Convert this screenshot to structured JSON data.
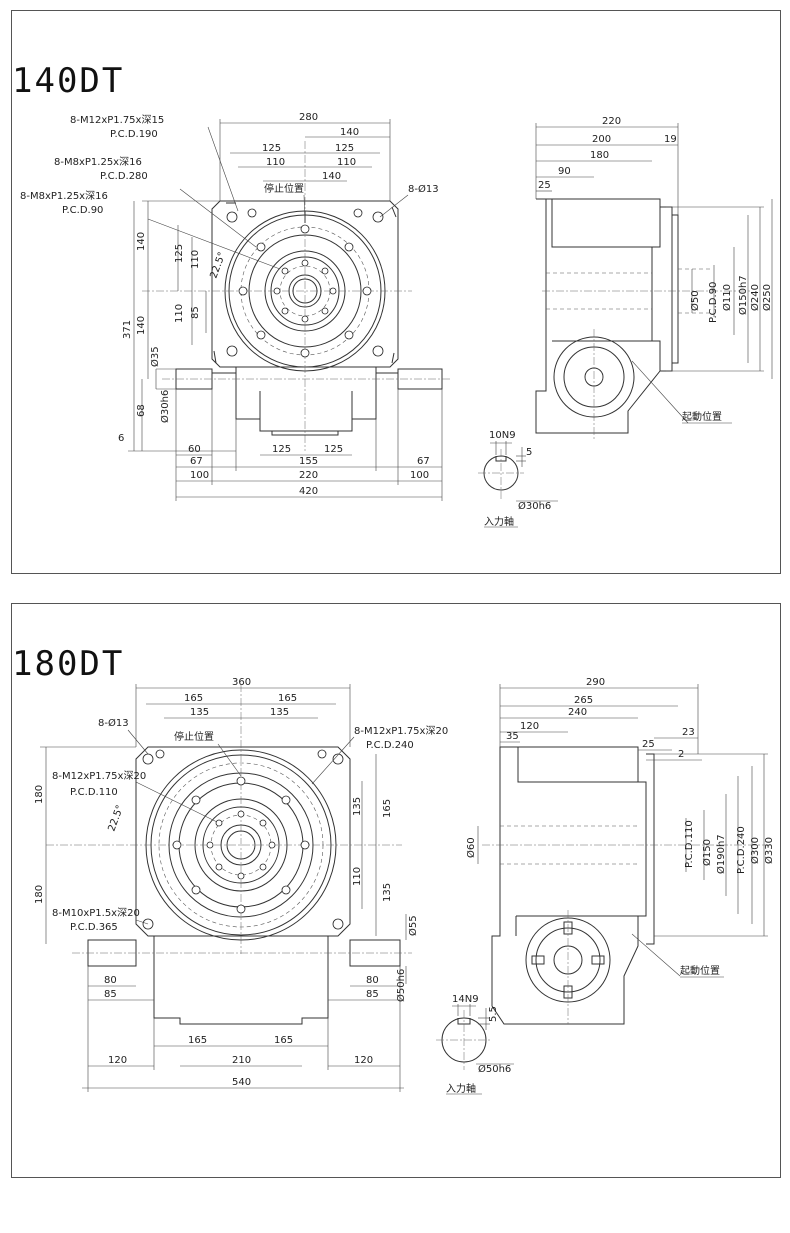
{
  "drawings": [
    {
      "id": "140DT",
      "title": "140DT",
      "callouts": {
        "m12": "8-M12xP1.75x深15",
        "m12_pcd": "P.C.D.190",
        "m8a": "8-M8xP1.25x深16",
        "m8a_pcd": "P.C.D.280",
        "m8b": "8-M8xP1.25x深16",
        "m8b_pcd": "P.C.D.90",
        "holes": "8-Ø13",
        "stop": "停止位置",
        "start": "起動位置",
        "input": "入力軸",
        "angle": "22.5°"
      },
      "front": {
        "top": [
          "280",
          "140",
          "125",
          "125",
          "110",
          "110",
          "140"
        ],
        "left": [
          "140",
          "125",
          "110",
          "371",
          "140",
          "110",
          "85",
          "Ø35",
          "68",
          "Ø30h6",
          "6"
        ],
        "bottom": [
          "60",
          "67",
          "125",
          "125",
          "155",
          "220",
          "67",
          "100",
          "100",
          "420"
        ]
      },
      "side": {
        "top": [
          "220",
          "200",
          "19",
          "180",
          "90",
          "25"
        ],
        "right": [
          "Ø50",
          "P.C.D.90",
          "Ø110",
          "Ø150h7",
          "Ø240",
          "Ø250"
        ]
      },
      "shaft": {
        "key": "10N9",
        "depth": "5",
        "dia": "Ø30h6"
      }
    },
    {
      "id": "180DT",
      "title": "180DT",
      "callouts": {
        "holes": "8-Ø13",
        "stop": "停止位置",
        "m12": "8-M12xP1.75x深20",
        "m12_pcd": "P.C.D.240",
        "m12b": "8-M12xP1.75x深20",
        "m12b_pcd": "P.C.D.110",
        "m10": "8-M10xP1.5x深20",
        "m10_pcd": "P.C.D.365",
        "start": "起動位置",
        "input": "入力軸",
        "angle": "22.5°"
      },
      "front": {
        "top": [
          "360",
          "165",
          "165",
          "135",
          "135"
        ],
        "left": [
          "180",
          "180"
        ],
        "right": [
          "135",
          "165",
          "110",
          "135",
          "Ø55",
          "Ø50h6"
        ],
        "bottom": [
          "80",
          "80",
          "85",
          "85",
          "165",
          "165",
          "210",
          "120",
          "120",
          "540"
        ]
      },
      "side": {
        "top": [
          "290",
          "265",
          "240",
          "120",
          "35",
          "23",
          "25",
          "2"
        ],
        "left": [
          "Ø60"
        ],
        "right": [
          "P.C.D.110",
          "Ø150",
          "Ø190h7",
          "P.C.D.240",
          "Ø300",
          "Ø330"
        ]
      },
      "shaft": {
        "key": "14N9",
        "depth": "5.5",
        "dia": "Ø50h6"
      }
    }
  ]
}
